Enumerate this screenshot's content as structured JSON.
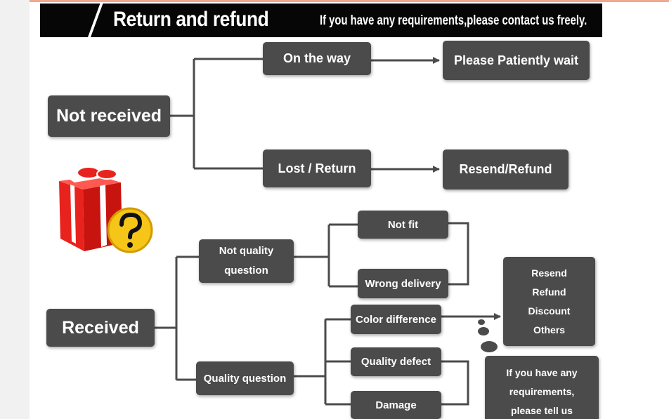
{
  "banner": {
    "title": "Return and refund",
    "subtitle": "If you have any requirements,please contact us freely."
  },
  "not_received": {
    "label": "Not received",
    "on_the_way": "On the way",
    "on_the_way_result": "Please Patiently wait",
    "lost_return": "Lost / Return",
    "lost_return_result": "Resend/Refund"
  },
  "received": {
    "label": "Received",
    "not_quality_question": [
      "Not quality",
      "question"
    ],
    "quality_question": "Quality question",
    "not_fit": "Not fit",
    "wrong_delivery": "Wrong delivery",
    "color_difference": "Color difference",
    "quality_defect": "Quality defect",
    "damage": "Damage",
    "solutions": [
      "Resend",
      "Refund",
      "Discount",
      "Others"
    ],
    "contact_note": [
      "If you have any",
      "requirements,",
      "please tell us"
    ]
  },
  "colors": {
    "box": "#4b4b4b",
    "connector": "#4b4b4b",
    "gift_red": "#e8231e",
    "question_yellow": "#f5c518"
  },
  "icons": [
    "gift-box-icon",
    "question-mark-icon",
    "thought-bubble-icon"
  ]
}
